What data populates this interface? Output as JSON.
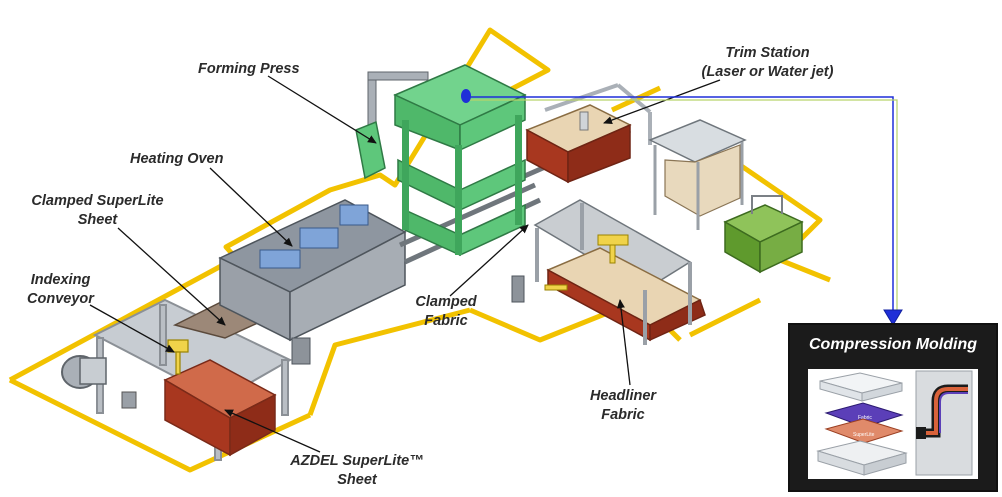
{
  "labels": {
    "forming_press": "Forming Press",
    "trim_station": [
      "Trim Station",
      "(Laser or Water jet)"
    ],
    "heating_oven": "Heating Oven",
    "clamped_superlite": [
      "Clamped SuperLite",
      "Sheet"
    ],
    "indexing_conveyor": [
      "Indexing",
      "Conveyor"
    ],
    "clamped_fabric": [
      "Clamped",
      "Fabric"
    ],
    "headliner_fabric": [
      "Headliner",
      "Fabric"
    ],
    "azdel_sheet": [
      "AZDEL SuperLite™",
      "Sheet"
    ]
  },
  "compression_molding": {
    "title": "Compression Molding",
    "inset_text": [
      "Fabric",
      "SuperLite"
    ]
  },
  "colors": {
    "floor_outline": "#f2c200",
    "frame": "#b9bec4",
    "press": "#5ec77b",
    "oven": "#9aa0a8",
    "oven_top": "#7fa4d8",
    "brick": "#a8371f",
    "fabric": "#e9d5b3",
    "connector_line": "#1f2fd8"
  }
}
